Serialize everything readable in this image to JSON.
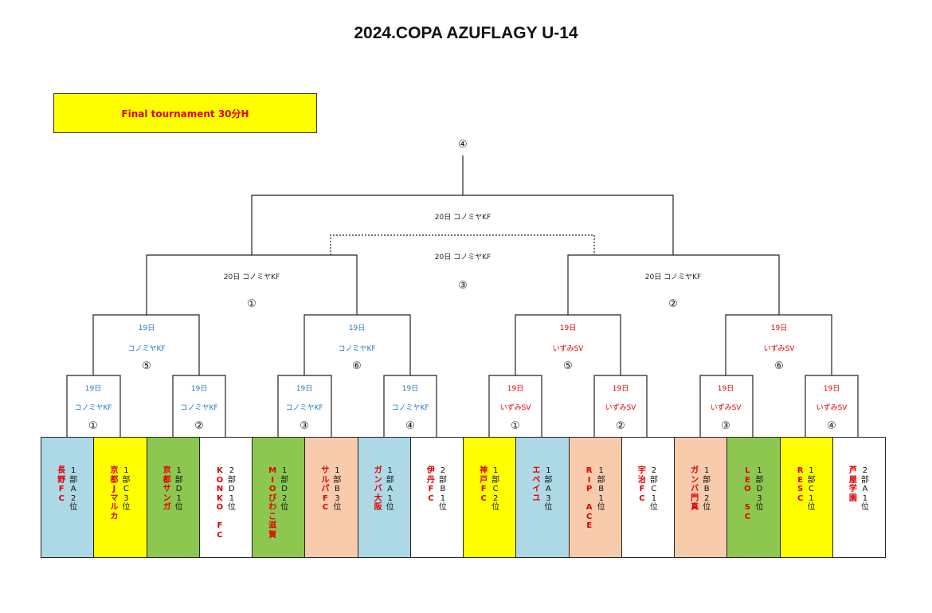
{
  "title": "2024.COPA AZUFLAGY U-14",
  "banner": "Final tournament  30分H",
  "final": {
    "number": "④",
    "venue": "20日  コノミヤKF",
    "third_place": {
      "venue": "20日  コノミヤKF",
      "number": "③"
    }
  },
  "semis": [
    {
      "venue": "20日  コノミヤKF",
      "number": "①"
    },
    {
      "venue": "20日  コノミヤKF",
      "number": "②"
    }
  ],
  "quarters": [
    {
      "day": "19日",
      "place": "コノミヤKF",
      "number": "⑤",
      "color": "#1f78c8"
    },
    {
      "day": "19日",
      "place": "コノミヤKF",
      "number": "⑥",
      "color": "#1f78c8"
    },
    {
      "day": "19日",
      "place": "いずみSV",
      "number": "⑤",
      "color": "#e00000"
    },
    {
      "day": "19日",
      "place": "いずみSV",
      "number": "⑥",
      "color": "#e00000"
    }
  ],
  "first_round": [
    {
      "day": "19日",
      "place": "コノミヤKF",
      "number": "①",
      "color": "#1f78c8"
    },
    {
      "day": "19日",
      "place": "コノミヤKF",
      "number": "②",
      "color": "#1f78c8"
    },
    {
      "day": "19日",
      "place": "コノミヤKF",
      "number": "③",
      "color": "#1f78c8"
    },
    {
      "day": "19日",
      "place": "コノミヤKF",
      "number": "④",
      "color": "#1f78c8"
    },
    {
      "day": "19日",
      "place": "いずみSV",
      "number": "①",
      "color": "#e00000"
    },
    {
      "day": "19日",
      "place": "いずみSV",
      "number": "②",
      "color": "#e00000"
    },
    {
      "day": "19日",
      "place": "いずみSV",
      "number": "③",
      "color": "#e00000"
    },
    {
      "day": "19日",
      "place": "いずみSV",
      "number": "④",
      "color": "#e00000"
    }
  ],
  "teams": [
    {
      "rank": "1部A2位",
      "team": "長野FC",
      "bg": "#add8e6"
    },
    {
      "rank": "1部C3位",
      "team": "京都Jマルカ",
      "bg": "#ffff00"
    },
    {
      "rank": "1部D1位",
      "team": "京都サンガ",
      "bg": "#8cc850"
    },
    {
      "rank": "2部D1位",
      "team": "KONKO　FC",
      "bg": "#ffffff"
    },
    {
      "rank": "1部D2位",
      "team": "MIOびわこ滋賀",
      "bg": "#8cc850"
    },
    {
      "rank": "1部B3位",
      "team": "サルパFC",
      "bg": "#f8cbad"
    },
    {
      "rank": "1部A1位",
      "team": "ガンバ大阪",
      "bg": "#add8e6"
    },
    {
      "rank": "2部B1位",
      "team": "伊丹FC",
      "bg": "#ffffff"
    },
    {
      "rank": "1部C2位",
      "team": "神戸FC",
      "bg": "#ffff00"
    },
    {
      "rank": "1部A3位",
      "team": "エベイユ",
      "bg": "#add8e6"
    },
    {
      "rank": "1部B1位",
      "team": "RIP　ACE",
      "bg": "#f8cbad"
    },
    {
      "rank": "2部C1位",
      "team": "宇治FC",
      "bg": "#ffffff"
    },
    {
      "rank": "1部B2位",
      "team": "ガンバ門真",
      "bg": "#f8cbad"
    },
    {
      "rank": "1部D3位",
      "team": "LEO　SC",
      "bg": "#8cc850"
    },
    {
      "rank": "1部C1位",
      "team": "RESC",
      "bg": "#ffff00"
    },
    {
      "rank": "2部A1位",
      "team": "芦屋学園",
      "bg": "#ffffff"
    }
  ]
}
